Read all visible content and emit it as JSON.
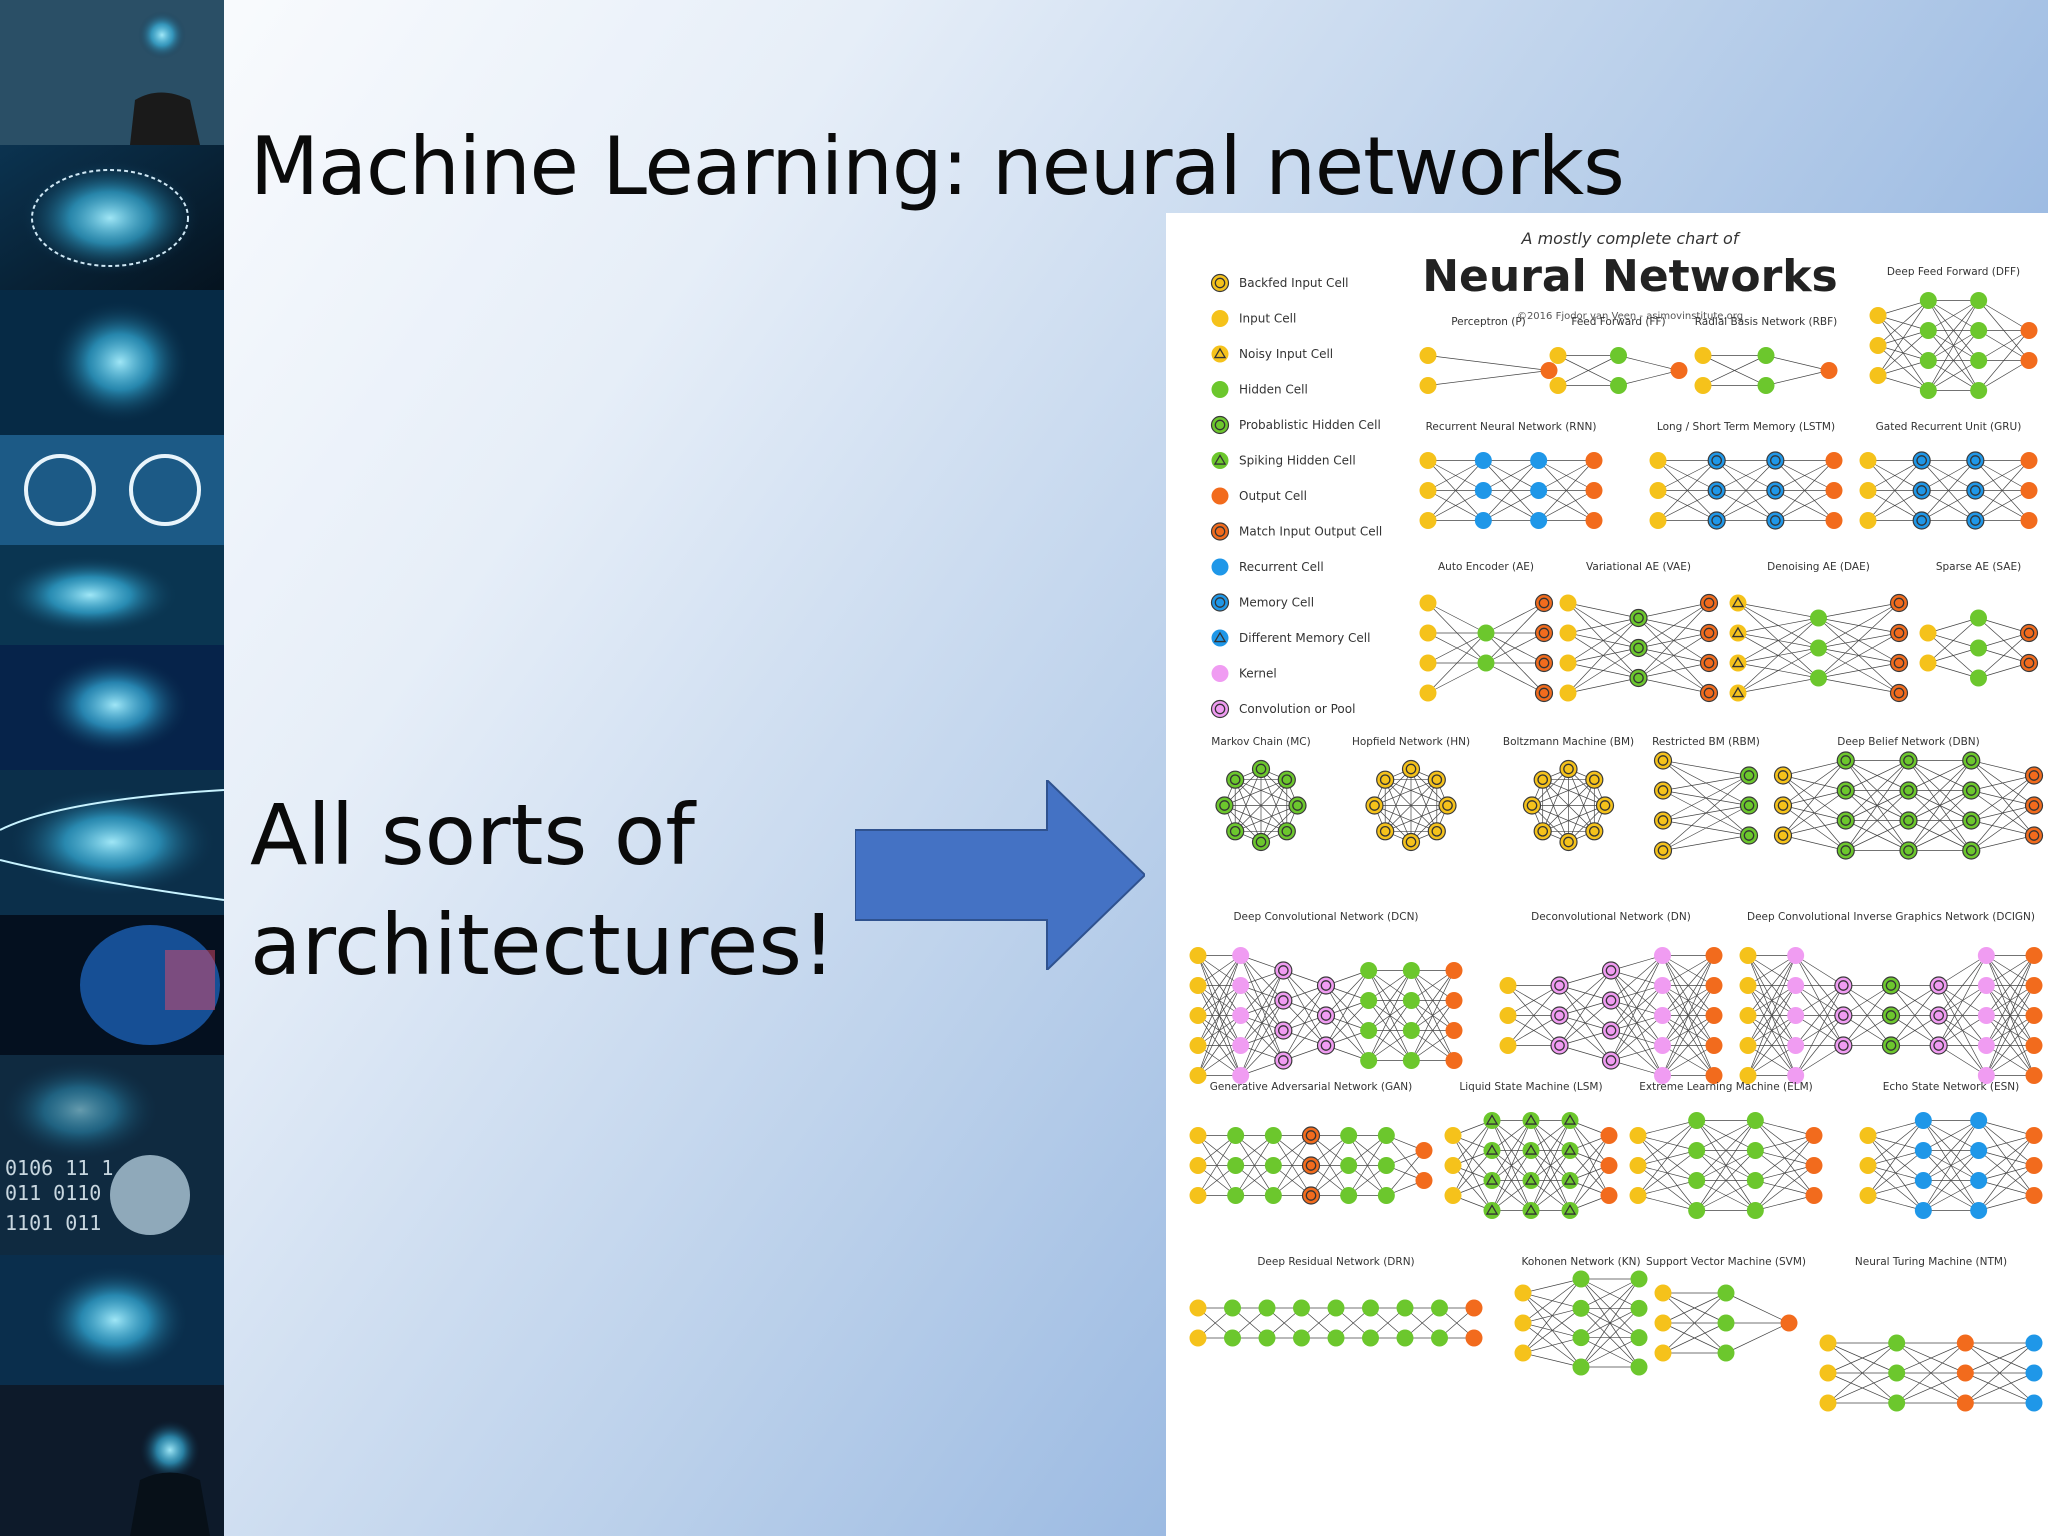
{
  "slide": {
    "title": "Machine Learning: neural networks",
    "body_lines": [
      "All sorts of",
      "architectures!"
    ]
  },
  "colors": {
    "arrow_fill": "#4472c4",
    "input": "#f5c21b",
    "hidden": "#6cc72d",
    "output": "#f26b1d",
    "recurrent": "#1f97e8",
    "kernel": "#f09cf2"
  },
  "chart": {
    "subtitle": "A mostly complete chart of",
    "heading": "Neural Networks",
    "credit": "©2016 Fjodor van Veen - asimovinstitute.org",
    "legend": [
      {
        "label": "Backfed Input Cell",
        "color": "#f5c21b",
        "style": "ring"
      },
      {
        "label": "Input Cell",
        "color": "#f5c21b",
        "style": "solid"
      },
      {
        "label": "Noisy Input Cell",
        "color": "#f5c21b",
        "style": "triangle"
      },
      {
        "label": "Hidden Cell",
        "color": "#6cc72d",
        "style": "solid"
      },
      {
        "label": "Probablistic Hidden Cell",
        "color": "#6cc72d",
        "style": "ring"
      },
      {
        "label": "Spiking Hidden Cell",
        "color": "#6cc72d",
        "style": "triangle"
      },
      {
        "label": "Output Cell",
        "color": "#f26b1d",
        "style": "solid"
      },
      {
        "label": "Match Input Output Cell",
        "color": "#f26b1d",
        "style": "ring"
      },
      {
        "label": "Recurrent Cell",
        "color": "#1f97e8",
        "style": "solid"
      },
      {
        "label": "Memory Cell",
        "color": "#1f97e8",
        "style": "ring"
      },
      {
        "label": "Different Memory Cell",
        "color": "#1f97e8",
        "style": "triangle"
      },
      {
        "label": "Kernel",
        "color": "#f09cf2",
        "style": "solid"
      },
      {
        "label": "Convolution or Pool",
        "color": "#f09cf2",
        "style": "ring"
      }
    ],
    "networks": [
      {
        "label": "Perceptron (P)",
        "layers": [
          [
            "i",
            2
          ],
          [
            "o",
            1
          ]
        ]
      },
      {
        "label": "Feed Forward (FF)",
        "layers": [
          [
            "i",
            2
          ],
          [
            "h",
            2
          ],
          [
            "o",
            1
          ]
        ]
      },
      {
        "label": "Radial Basis Network (RBF)",
        "layers": [
          [
            "i",
            2
          ],
          [
            "h",
            2
          ],
          [
            "o",
            1
          ]
        ]
      },
      {
        "label": "Deep Feed Forward (DFF)",
        "layers": [
          [
            "i",
            3
          ],
          [
            "h",
            4
          ],
          [
            "h",
            4
          ],
          [
            "o",
            2
          ]
        ]
      },
      {
        "label": "Recurrent Neural Network (RNN)",
        "layers": [
          [
            "i",
            3
          ],
          [
            "r",
            3
          ],
          [
            "r",
            3
          ],
          [
            "o",
            3
          ]
        ]
      },
      {
        "label": "Long / Short Term Memory (LSTM)",
        "layers": [
          [
            "i",
            3
          ],
          [
            "m",
            3
          ],
          [
            "m",
            3
          ],
          [
            "o",
            3
          ]
        ]
      },
      {
        "label": "Gated Recurrent Unit (GRU)",
        "layers": [
          [
            "i",
            3
          ],
          [
            "m",
            3
          ],
          [
            "m",
            3
          ],
          [
            "o",
            3
          ]
        ]
      },
      {
        "label": "Auto Encoder (AE)",
        "layers": [
          [
            "i",
            4
          ],
          [
            "h",
            2
          ],
          [
            "x",
            4
          ]
        ]
      },
      {
        "label": "Variational AE (VAE)",
        "layers": [
          [
            "i",
            4
          ],
          [
            "p",
            3
          ],
          [
            "x",
            4
          ]
        ]
      },
      {
        "label": "Denoising AE (DAE)",
        "layers": [
          [
            "n",
            4
          ],
          [
            "h",
            3
          ],
          [
            "x",
            4
          ]
        ]
      },
      {
        "label": "Sparse AE (SAE)",
        "layers": [
          [
            "i",
            2
          ],
          [
            "h",
            3
          ],
          [
            "x",
            2
          ]
        ]
      },
      {
        "label": "Markov Chain (MC)",
        "layers": [
          [
            "q",
            8
          ]
        ]
      },
      {
        "label": "Hopfield Network (HN)",
        "layers": [
          [
            "b",
            8
          ]
        ]
      },
      {
        "label": "Boltzmann Machine (BM)",
        "layers": [
          [
            "b",
            8
          ]
        ]
      },
      {
        "label": "Restricted BM (RBM)",
        "layers": [
          [
            "b",
            4
          ],
          [
            "p",
            3
          ]
        ]
      },
      {
        "label": "Deep Belief Network (DBN)",
        "layers": [
          [
            "b",
            3
          ],
          [
            "p",
            4
          ],
          [
            "p",
            4
          ],
          [
            "p",
            4
          ],
          [
            "x",
            3
          ]
        ]
      },
      {
        "label": "Deep Convolutional Network (DCN)",
        "layers": [
          [
            "i",
            5
          ],
          [
            "k",
            5
          ],
          [
            "c",
            4
          ],
          [
            "c",
            3
          ],
          [
            "h",
            4
          ],
          [
            "h",
            4
          ],
          [
            "o",
            4
          ]
        ]
      },
      {
        "label": "Deconvolutional Network (DN)",
        "layers": [
          [
            "i",
            3
          ],
          [
            "c",
            3
          ],
          [
            "c",
            4
          ],
          [
            "k",
            5
          ],
          [
            "o",
            5
          ]
        ]
      },
      {
        "label": "Deep Convolutional Inverse Graphics Network (DCIGN)",
        "layers": [
          [
            "i",
            5
          ],
          [
            "k",
            5
          ],
          [
            "c",
            3
          ],
          [
            "p",
            3
          ],
          [
            "c",
            3
          ],
          [
            "k",
            5
          ],
          [
            "o",
            5
          ]
        ]
      },
      {
        "label": "Generative Adversarial Network (GAN)",
        "layers": [
          [
            "i",
            3
          ],
          [
            "h",
            3
          ],
          [
            "h",
            3
          ],
          [
            "x",
            3
          ],
          [
            "h",
            3
          ],
          [
            "h",
            3
          ],
          [
            "o",
            2
          ]
        ]
      },
      {
        "label": "Liquid State Machine (LSM)",
        "layers": [
          [
            "i",
            3
          ],
          [
            "s",
            4
          ],
          [
            "s",
            4
          ],
          [
            "s",
            4
          ],
          [
            "o",
            3
          ]
        ]
      },
      {
        "label": "Extreme Learning Machine (ELM)",
        "layers": [
          [
            "i",
            3
          ],
          [
            "h",
            4
          ],
          [
            "h",
            4
          ],
          [
            "o",
            3
          ]
        ]
      },
      {
        "label": "Echo State Network (ESN)",
        "layers": [
          [
            "i",
            3
          ],
          [
            "r",
            4
          ],
          [
            "r",
            4
          ],
          [
            "o",
            3
          ]
        ]
      },
      {
        "label": "Deep Residual Network (DRN)",
        "layers": [
          [
            "i",
            2
          ],
          [
            "h",
            2
          ],
          [
            "h",
            2
          ],
          [
            "h",
            2
          ],
          [
            "h",
            2
          ],
          [
            "h",
            2
          ],
          [
            "h",
            2
          ],
          [
            "h",
            2
          ],
          [
            "o",
            2
          ]
        ]
      },
      {
        "label": "Kohonen Network (KN)",
        "layers": [
          [
            "i",
            3
          ],
          [
            "h",
            4
          ],
          [
            "h",
            4
          ]
        ]
      },
      {
        "label": "Support Vector Machine (SVM)",
        "layers": [
          [
            "i",
            3
          ],
          [
            "h",
            3
          ],
          [
            "o",
            1
          ]
        ]
      },
      {
        "label": "Neural Turing Machine (NTM)",
        "layers": [
          [
            "i",
            3
          ],
          [
            "h",
            3
          ],
          [
            "o",
            3
          ],
          [
            "r",
            3
          ]
        ]
      }
    ]
  }
}
